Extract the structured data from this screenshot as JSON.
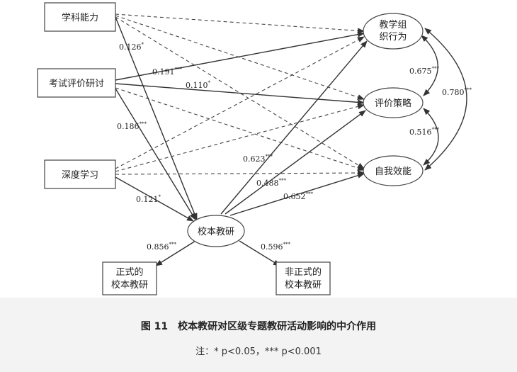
{
  "nodes": {
    "subject_ability": "学科能力",
    "exam_eval_research": "考试评价研讨",
    "deep_learning": "深度学习",
    "school_research": "校本教研",
    "formal_research": [
      "正式的",
      "校本教研"
    ],
    "informal_research": [
      "非正式的",
      "校本教研"
    ],
    "teaching_org": [
      "教学组",
      "织行为"
    ],
    "eval_strategy": "评价策略",
    "self_efficacy": "自我效能"
  },
  "coefficients": {
    "c1": {
      "value": "0.126",
      "stars": "*"
    },
    "c2": {
      "value": "0.191",
      "stars": "***"
    },
    "c3": {
      "value": "0.110",
      "stars": "*"
    },
    "c4": {
      "value": "0.186",
      "stars": "***"
    },
    "c5": {
      "value": "0.121",
      "stars": "*"
    },
    "c6": {
      "value": "0.623",
      "stars": "***"
    },
    "c7": {
      "value": "0.488",
      "stars": "***"
    },
    "c8": {
      "value": "0.652",
      "stars": "***"
    },
    "c9": {
      "value": "0.856",
      "stars": "***"
    },
    "c10": {
      "value": "0.596",
      "stars": "***"
    },
    "c11": {
      "value": "0.675",
      "stars": "***"
    },
    "c12": {
      "value": "0.780",
      "stars": "***"
    },
    "c13": {
      "value": "0.516",
      "stars": "***"
    }
  },
  "caption": {
    "title": "图 11　校本教研对区级专题教研活动影响的中介作用",
    "note": "注：* p<0.05，*** p<0.001"
  }
}
